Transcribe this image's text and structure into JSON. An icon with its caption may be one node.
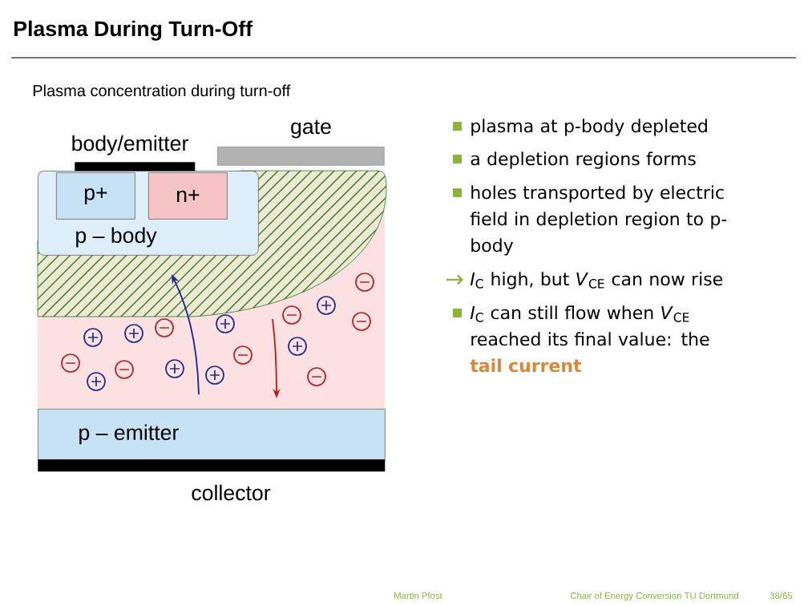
{
  "diagram": {
    "title": "Plasma During Turn-Off",
    "nodes": [
      {
        "text": [
          "p – body"
        ]
      },
      {
        "text": [
          "p+"
        ],
        "in": 0
      },
      {
        "text": [
          "n+"
        ],
        "in": 0
      },
      {
        "text": [
          "p – emitter"
        ]
      },
      {
        "text": [],
        "shape": "bar",
        "beside": [
          "body/emitter"
        ]
      },
      {
        "text": [],
        "shape": "bar",
        "beside": [
          "gate"
        ]
      },
      {
        "text": [],
        "shape": "bar",
        "beside": [
          "collector"
        ]
      }
    ],
    "labels": [
      "Plasma concentration during turn-off",
      "plasma at p-body depleted",
      "a depletion regions forms",
      "holes transported by electric field in depletion region to p-body",
      "*I*$_{C}$ high, but *V*$_{CE}$ can now rise",
      "*I*$_{C}$ can still flow when *V*$_{CE}$ reached its final value: the **tail current**",
      "Martin Pfost",
      "Chair of Energy Conversion TU Dortmund",
      "38/65"
    ]
  }
}
